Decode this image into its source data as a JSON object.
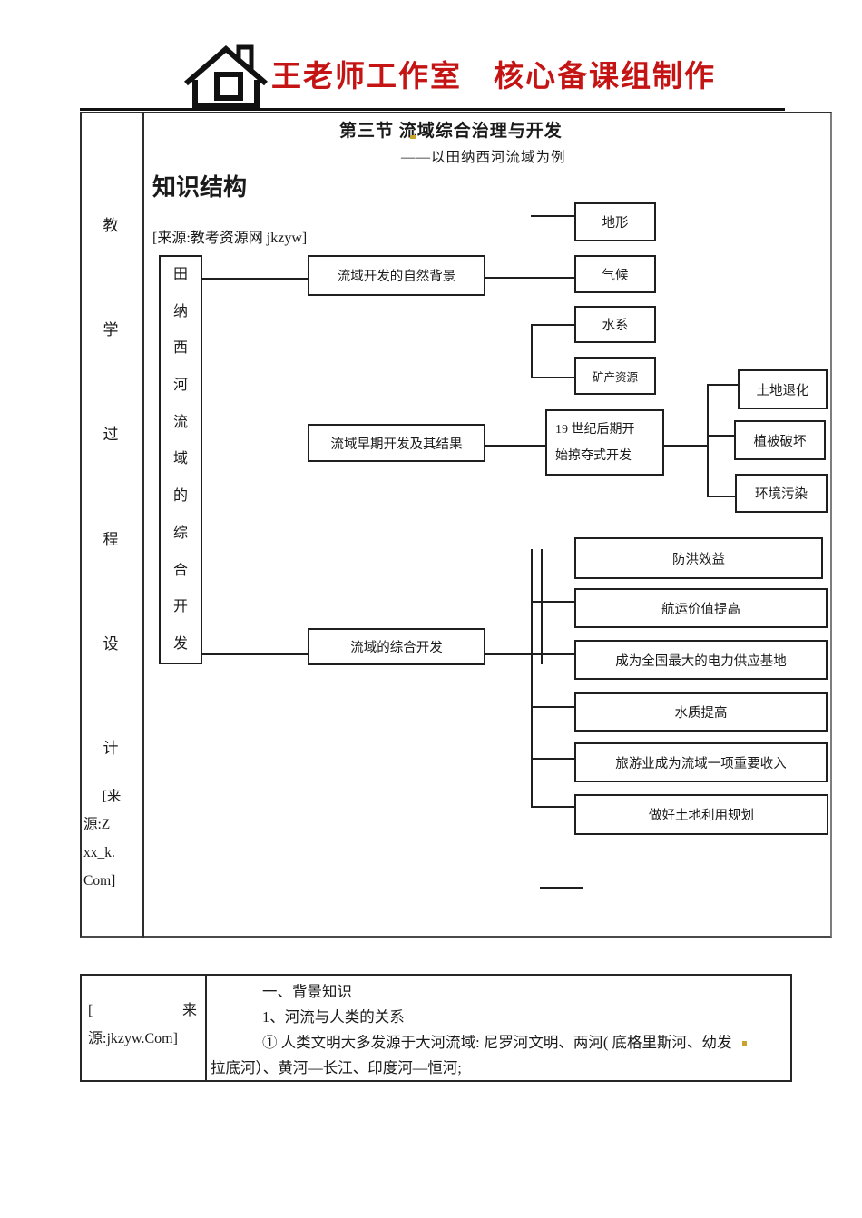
{
  "header": {
    "brand": "王老师工作室　核心备课组制作"
  },
  "doc": {
    "title": "第三节 流域综合治理与开发",
    "subtitle": "——以田纳西河流域为例",
    "heading": "知识结构",
    "source_note": "[来源:教考资源网 jkzyw]"
  },
  "sidebar": {
    "label": "教学过程设计",
    "source_lines": [
      "[来",
      "源:Z_",
      "xx_k.",
      "Com]"
    ]
  },
  "diagram": {
    "root": "田纳西河流域的综合开发",
    "natural": "流域开发的自然背景",
    "early": "流域早期开发及其结果",
    "comprehensive": "流域的综合开发",
    "terrain": "地形",
    "climate": "气候",
    "water_system": "水系",
    "mineral": "矿产资源",
    "exploit_line1": "19 世纪后期开",
    "exploit_line2": "始掠夺式开发",
    "land_degradation": "土地退化",
    "vegetation_damage": "植被破坏",
    "environment_pollution": "环境污染",
    "flood_benefit": "防洪效益",
    "shipping_value": "航运价值提高",
    "power_base": "成为全国最大的电力供应基地",
    "water_quality": "水质提高",
    "tourism_income": "旅游业成为流域一项重要收入",
    "land_planning": "做好土地利用规划"
  },
  "bottom": {
    "source_open": "[",
    "source_tail": "来",
    "source_line2": "源:jkzyw.Com]",
    "line1": "一、背景知识",
    "line2": "1、河流与人类的关系",
    "line3": "① 人类文明大多发源于大河流域: 尼罗河文明、两河( 底格里斯河、幼发",
    "line4": "拉底河）、黄河—长江、印度河—恒河;"
  }
}
